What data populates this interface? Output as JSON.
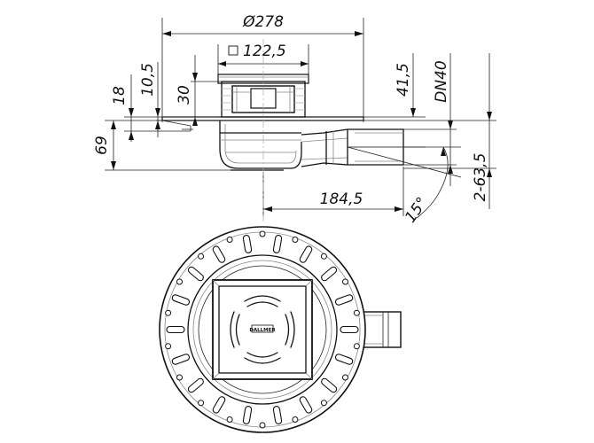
{
  "drawing": {
    "dimensions": {
      "overall_diameter": "Ø278",
      "grate_size": "122,5",
      "flange_height": "18",
      "frame_height": "10,5",
      "grate_depth": "30",
      "outlet_height": "41,5",
      "pipe_dn": "DN40",
      "body_depth": "69",
      "outlet_length": "184,5",
      "outlet_angle": "15°",
      "slope_range": "2-63,5"
    },
    "grate_label": "DALLMER"
  }
}
